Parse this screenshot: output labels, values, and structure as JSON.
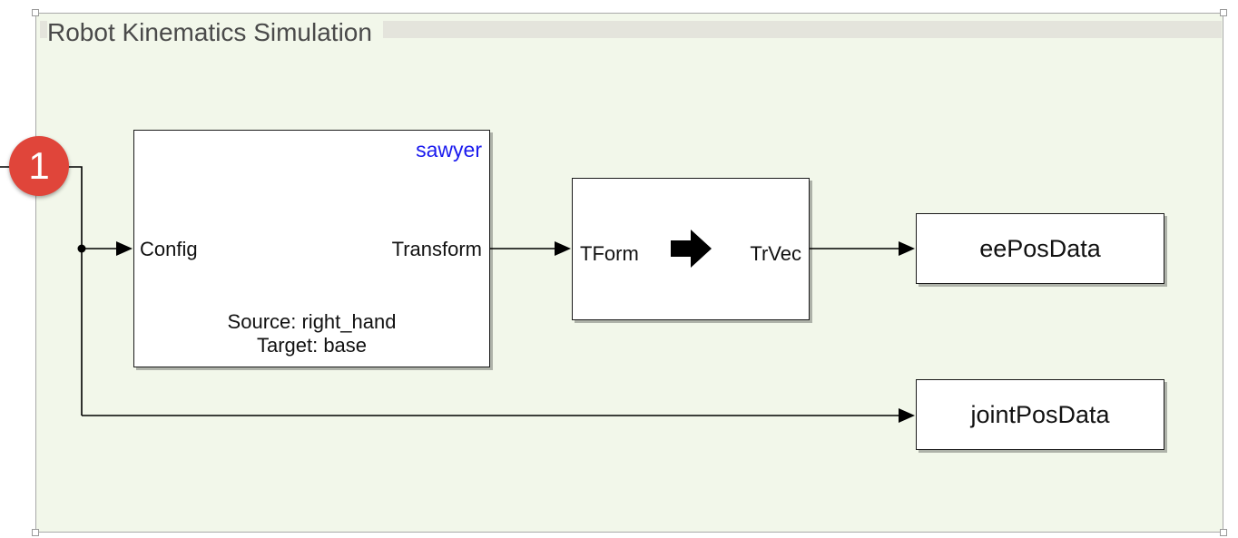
{
  "area": {
    "title": "Robot Kinematics Simulation"
  },
  "badge": {
    "number": "1",
    "color": "#e0453a"
  },
  "blocks": {
    "get_transform": {
      "robot_name": "sawyer",
      "input_port": "Config",
      "output_port": "Transform",
      "source_line": "Source: right_hand",
      "target_line": "Target: base"
    },
    "coord_convert": {
      "input_port": "TForm",
      "output_port": "TrVec",
      "icon": "right-arrow-icon"
    },
    "ee_pos": {
      "name": "eePosData"
    },
    "joint_pos": {
      "name": "jointPosData"
    }
  },
  "colors": {
    "area_background": "#f2f7ea",
    "robot_name": "#1a1aee",
    "wire": "#000000"
  }
}
